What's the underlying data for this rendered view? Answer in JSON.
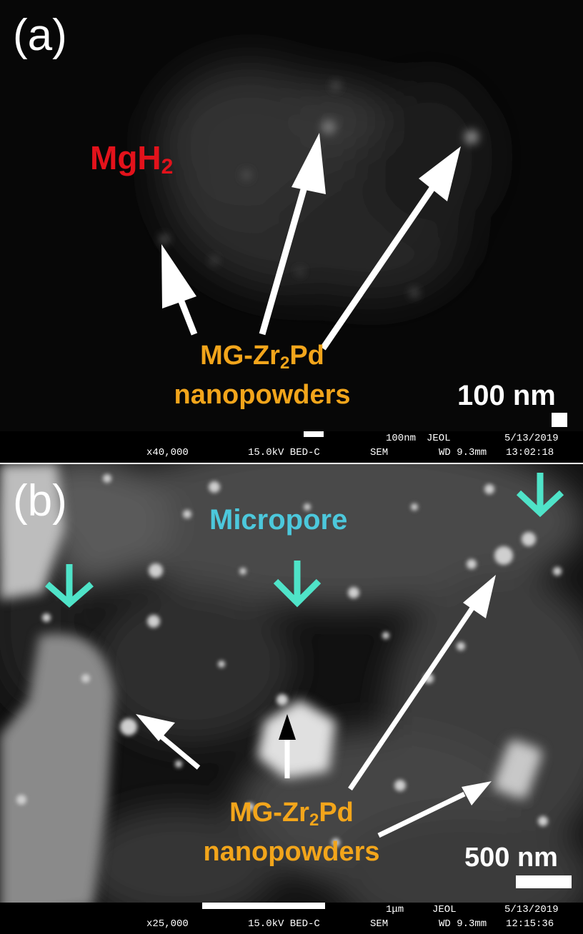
{
  "panel_a": {
    "label": "(a)",
    "phase_label_main": "MgH",
    "phase_label_sub": "2",
    "particle_label_line1_pre": "MG-Zr",
    "particle_label_line1_sub": "2",
    "particle_label_line1_post": "Pd",
    "particle_label_line2": "nanopowders",
    "scale_label": "100 nm",
    "info": {
      "magnification": "x40,000",
      "voltage_mode": "15.0kV BED-C",
      "scale": "100nm",
      "maker": "JEOL",
      "instrument": "SEM",
      "date": "5/13/2019",
      "wd": "WD 9.3mm",
      "time": "13:02:18"
    }
  },
  "panel_b": {
    "label": "(b)",
    "pore_label": "Micropore",
    "particle_label_line1_pre": "MG-Zr",
    "particle_label_line1_sub": "2",
    "particle_label_line1_post": "Pd",
    "particle_label_line2": "nanopowders",
    "scale_label": "500 nm",
    "info": {
      "magnification": "x25,000",
      "voltage_mode": "15.0kV BED-C",
      "scale": "1μm",
      "maker": "JEOL",
      "instrument": "SEM",
      "date": "5/13/2019",
      "wd": "WD 9.3mm",
      "time": "12:15:36"
    }
  },
  "colors": {
    "particle_label": "#f2a51b",
    "mgh2_label": "#e3121b",
    "micropore_label": "#4cc8dc"
  }
}
